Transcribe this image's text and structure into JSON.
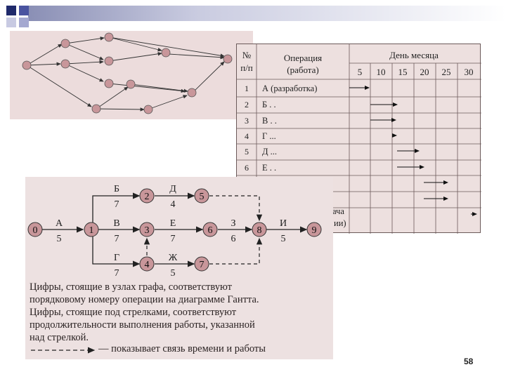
{
  "slide": {
    "page_number": "58"
  },
  "gantt": {
    "col_number": "№",
    "col_number_sub": "п/п",
    "col_operation": "Операция",
    "col_operation_sub": "(работа)",
    "col_days": "День месяца",
    "days": [
      "5",
      "10",
      "15",
      "20",
      "25",
      "30"
    ],
    "rows": [
      {
        "num": "1",
        "op": "А (разработка)"
      },
      {
        "num": "2",
        "op": "Б . ."
      },
      {
        "num": "3",
        "op": "В . ."
      },
      {
        "num": "4",
        "op": "Г ..."
      },
      {
        "num": "5",
        "op": "Д ..."
      },
      {
        "num": "6",
        "op": "Е . ."
      }
    ],
    "partial_1": "ача",
    "partial_2": "ии)"
  },
  "graph": {
    "nodes": [
      "0",
      "1",
      "2",
      "3",
      "4",
      "5",
      "6",
      "7",
      "8",
      "9"
    ],
    "edges": [
      {
        "letter": "А",
        "duration": "5"
      },
      {
        "letter": "Б",
        "duration": "7"
      },
      {
        "letter": "Д",
        "duration": "4"
      },
      {
        "letter": "В",
        "duration": "7"
      },
      {
        "letter": "Е",
        "duration": "7"
      },
      {
        "letter": "З",
        "duration": "6"
      },
      {
        "letter": "И",
        "duration": "5"
      },
      {
        "letter": "Г",
        "duration": "7"
      },
      {
        "letter": "Ж",
        "duration": "5"
      }
    ],
    "caption_lines": [
      "Цифры, стоящие в узлах графа, соответствуют",
      "порядковому номеру операции на диаграмме Гантта.",
      "Цифры, стоящие под стрелками, соответствуют",
      "продолжительности выполнения работы, указанной",
      "над стрелкой."
    ],
    "legend_text": "— показывает связь времени и работы"
  }
}
